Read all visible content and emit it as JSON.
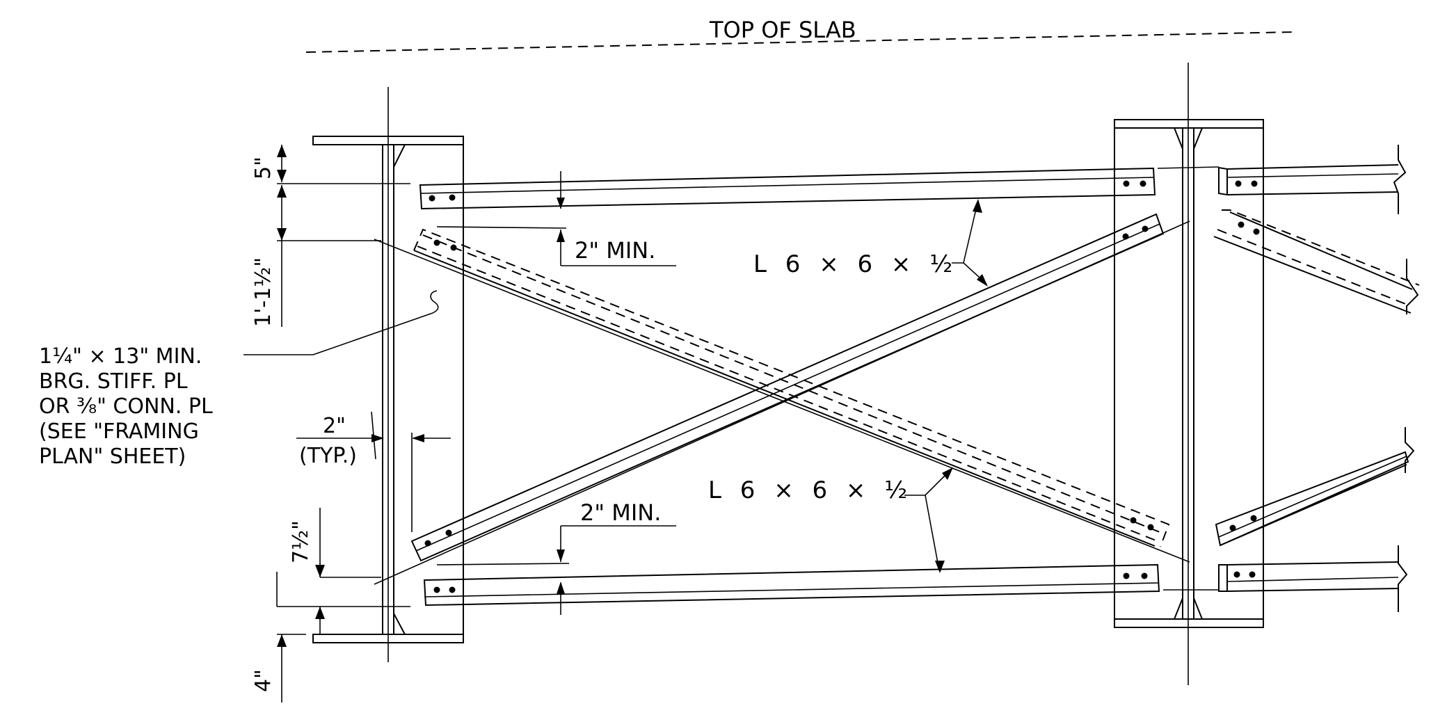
{
  "drawing": {
    "top_label": "TOP OF SLAB",
    "dims": {
      "d1": "5\"",
      "d2": "1'-1½\"",
      "d3": "7½\"",
      "d4": "4\"",
      "typ_val": "2\"",
      "typ_note": "(TYP.)",
      "min_top": "2\" MIN.",
      "min_bot": "2\" MIN."
    },
    "angles": {
      "upper": "L 6 × 6 × ½",
      "lower": "L 6 × 6 × ½"
    },
    "note": {
      "line1": "1¼\" × 13\" MIN.",
      "line2": "BRG. STIFF. PL",
      "line3": "OR ⅜\" CONN. PL",
      "line4": "(SEE \"FRAMING",
      "line5": "PLAN\" SHEET)"
    }
  },
  "colors": {
    "ink": "#000000",
    "paper": "#ffffff"
  }
}
